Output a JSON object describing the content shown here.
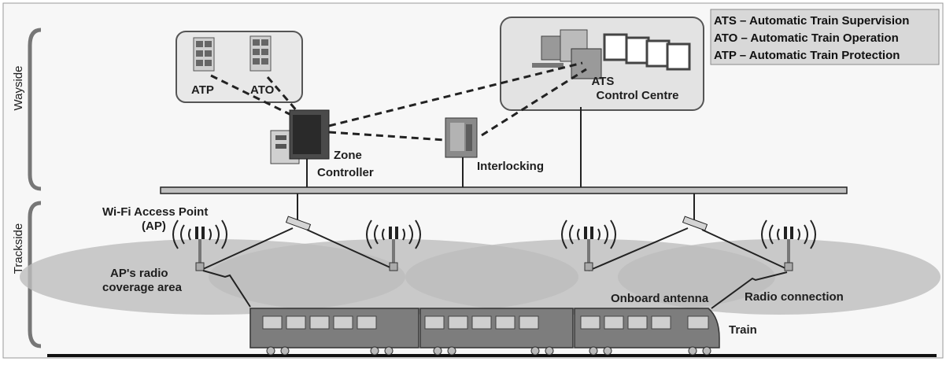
{
  "sides": {
    "wayside": "Wayside",
    "trackside": "Trackside"
  },
  "legend": [
    "ATS – Automatic Train Supervision",
    "ATO – Automatic Train Operation",
    "ATP – Automatic Train Protection"
  ],
  "servers": {
    "atp": "ATP",
    "ato": "ATO"
  },
  "ats": {
    "line1": "ATS",
    "line2": "Control Centre"
  },
  "zone_controller": {
    "line1": "Zone",
    "line2": "Controller"
  },
  "interlocking": "Interlocking",
  "access_point": {
    "line1": "Wi-Fi Access Point",
    "line2": "(AP)"
  },
  "coverage": {
    "line1": "AP's radio",
    "line2": "coverage area"
  },
  "onboard_antenna": "Onboard antenna",
  "radio_connection": "Radio connection",
  "train": "Train",
  "colors": {
    "background": "#ffffff",
    "ink": "#1e1e1e",
    "ellipse": "#bdbdbd",
    "train_body": "#7d7d7d",
    "box_fill": "#e8e8e8"
  }
}
